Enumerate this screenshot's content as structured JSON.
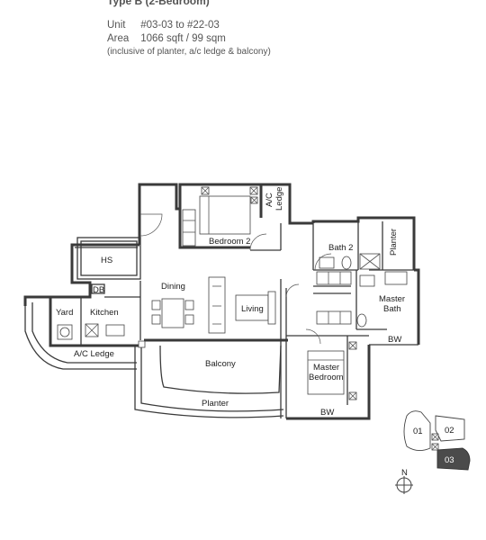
{
  "header": {
    "title": "Type B (2-Bedroom)",
    "unit_label": "Unit",
    "unit_value": "#03-03 to #22-03",
    "area_label": "Area",
    "area_value": "1066 sqft / 99 sqm",
    "note": "(inclusive of planter, a/c ledge & balcony)"
  },
  "rooms": {
    "hs": "HS",
    "db": "DB",
    "yard": "Yard",
    "kitchen": "Kitchen",
    "ac_ledge_bottom": "A/C Ledge",
    "dining": "Dining",
    "living": "Living",
    "bedroom2": "Bedroom 2",
    "ac_top_1": "A/C",
    "ac_top_2": "Ledge",
    "bath2": "Bath 2",
    "planter_right": "Planter",
    "master_bath_1": "Master",
    "master_bath_2": "Bath",
    "bw_right": "BW",
    "master_bed_1": "Master",
    "master_bed_2": "Bedroom",
    "bw_bottom": "BW",
    "balcony": "Balcony",
    "planter_bottom": "Planter"
  },
  "keyplan": {
    "unit_01": "01",
    "unit_02": "02",
    "unit_03": "03",
    "north": "N"
  }
}
